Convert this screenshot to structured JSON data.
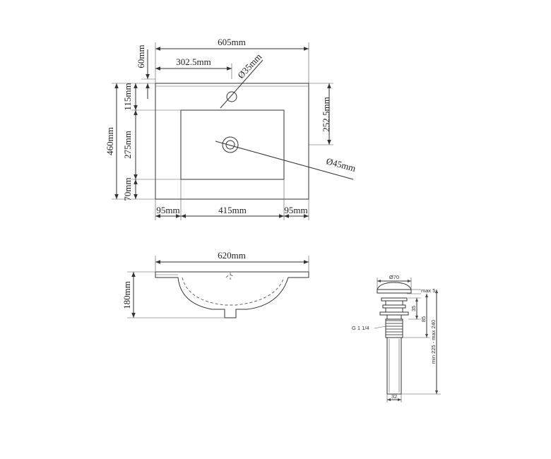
{
  "top_view": {
    "width_total": "605mm",
    "tap_offset": "302.5mm",
    "tap_hole": "Ø35mm",
    "back_ledge": "60mm",
    "depth_total": "460mm",
    "depth_to_bowl": "115mm",
    "bowl_depth": "275mm",
    "front_ledge": "70mm",
    "drain_offset": "252.5mm",
    "drain_hole": "Ø45mm",
    "side_left": "95mm",
    "bowl_width": "415mm",
    "side_right": "95mm"
  },
  "section_view": {
    "width_total": "620mm",
    "height_total": "180mm"
  },
  "waste_view": {
    "cap_diameter": "Ø70",
    "cap_gap": "max 5",
    "flange_height": "35",
    "body_height": "85",
    "thread_label": "G 1 1/4",
    "total_length": "min 225 - max 240",
    "pipe_diameter": "32"
  }
}
